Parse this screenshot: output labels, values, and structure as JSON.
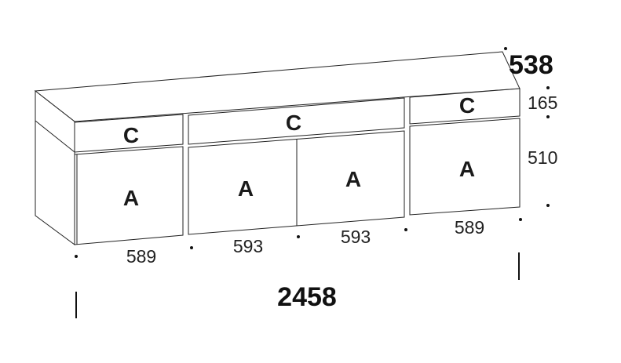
{
  "module_labels": {
    "left_drawer": "C",
    "left_door": "A",
    "middle_drawer": "C",
    "middle_door_left": "A",
    "middle_door_right": "A",
    "right_drawer": "C",
    "right_door": "A"
  },
  "dimensions": {
    "depth": "538",
    "drawer_height": "165",
    "door_height": "510",
    "width_left": "589",
    "width_middle_left": "593",
    "width_middle_right": "593",
    "width_right": "589",
    "total_width": "2458"
  }
}
